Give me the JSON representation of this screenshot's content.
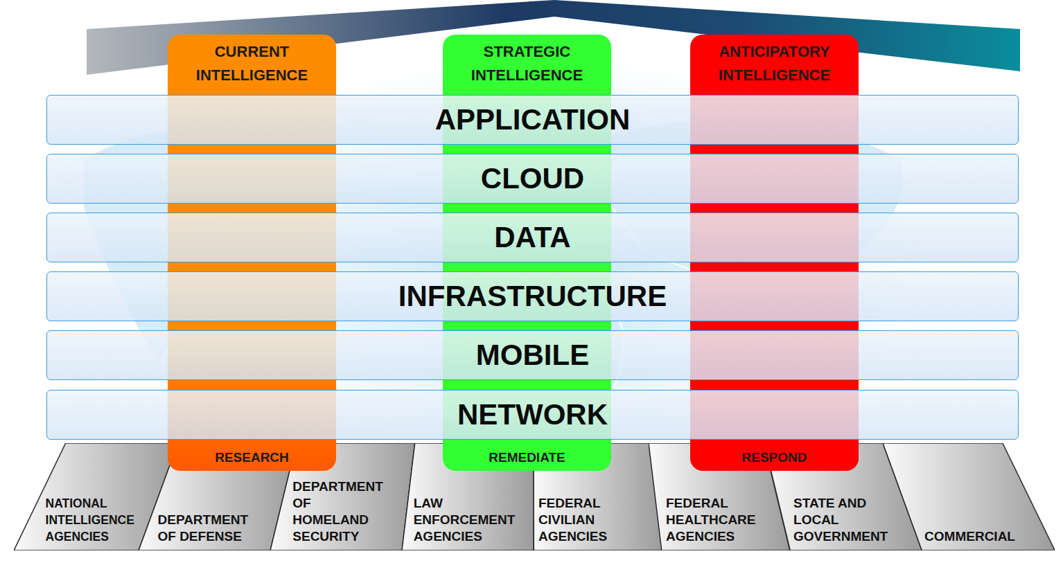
{
  "diagram": {
    "nodes": [
      {
        "text": [
          "CURRENT INTELLIGENCE",
          "RESEARCH"
        ]
      },
      {
        "text": [
          "STRATEGIC INTELLIGENCE",
          "REMEDIATE"
        ]
      },
      {
        "text": [
          "ANTICIPATORY INTELLIGENCE",
          "RESPOND"
        ]
      },
      {
        "text": [
          "APPLICATION"
        ]
      },
      {
        "text": [
          "CLOUD"
        ]
      },
      {
        "text": [
          "DATA"
        ]
      },
      {
        "text": [
          "INFRASTRUCTURE"
        ]
      },
      {
        "text": [
          "MOBILE"
        ]
      },
      {
        "text": [
          "NETWORK"
        ]
      },
      {
        "text": [
          "NATIONAL INTELLIGENCE AGENCIES"
        ]
      },
      {
        "text": [
          "DEPARTMENT OF DEFENSE"
        ]
      },
      {
        "text": [
          "DEPARTMENT OF HOMELAND SECURITY"
        ]
      },
      {
        "text": [
          "LAW ENFORCEMENT AGENCIES"
        ]
      },
      {
        "text": [
          "FEDERAL CIVILIAN AGENCIES"
        ]
      },
      {
        "text": [
          "FEDERAL HEALTHCARE AGENCIES"
        ]
      },
      {
        "text": [
          "STATE AND LOCAL GOVERNMENT"
        ]
      },
      {
        "text": [
          "COMMERCIAL"
        ]
      }
    ]
  }
}
